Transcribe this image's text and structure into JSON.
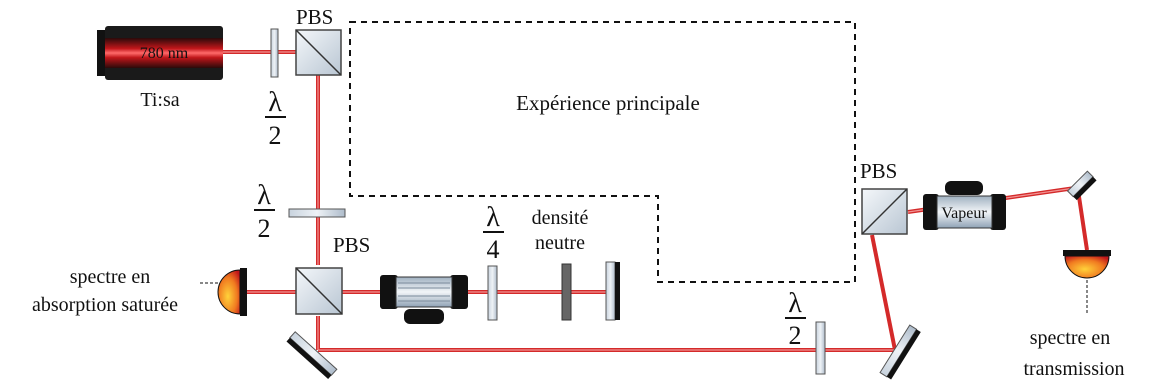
{
  "labels": {
    "laser": "780 nm",
    "laser_name": "Ti:sa",
    "pbs_top": "PBS",
    "pbs_mid": "PBS",
    "pbs_right": "PBS",
    "main_experiment": "Expérience principale",
    "neutral_density_line1": "densité",
    "neutral_density_line2": "neutre",
    "vapor": "Vapeur",
    "sat_abs_line1": "spectre en",
    "sat_abs_line2": "absorption saturée",
    "trans_line1": "spectre en",
    "trans_line2": "transmission"
  },
  "waveplates": {
    "hwp1": {
      "num": "λ",
      "den": "2"
    },
    "hwp2": {
      "num": "λ",
      "den": "2"
    },
    "qwp": {
      "num": "λ",
      "den": "4"
    },
    "hwp3": {
      "num": "λ",
      "den": "2"
    }
  },
  "colors": {
    "beam": "#d42a2a",
    "beam_glow": "#f08080",
    "optic_fill": "#dfe7ef",
    "optic_edge": "#555555",
    "black": "#111111",
    "detector": "#e8742a",
    "laser_core": "#c0161a"
  }
}
